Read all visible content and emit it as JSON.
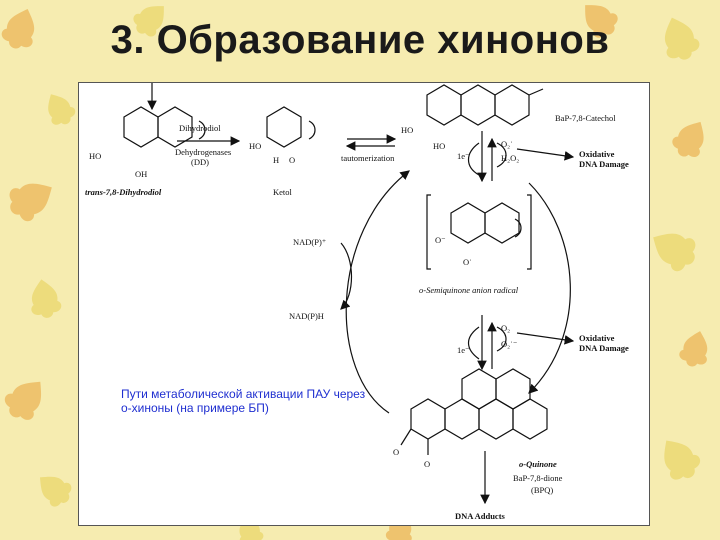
{
  "slide": {
    "title": "3. Образование хинонов"
  },
  "diagram": {
    "labels": {
      "dihydrodiol": "trans-7,8-Dihydrodiol",
      "oh": "OH",
      "ho": "HO",
      "h": "H",
      "o": "O",
      "enzyme_line1": "Dihydrodiol",
      "enzyme_line2": "Dehydrogenases",
      "enzyme_line3": "(DD)",
      "ketol": "Ketol",
      "tautomerization": "tautomerization",
      "catechol": "BaP-7,8-Catechol",
      "o2_radical": "O₂˙",
      "h2o2": "H₂O₂",
      "one_e": "1e⁻",
      "oxidative_dna_1": "Oxidative",
      "oxidative_dna_2": "DNA Damage",
      "nadp": "NAD(P)⁺",
      "nadph": "NAD(P)H",
      "semiquinone": "o-Semiquinone anion radical",
      "o2": "O₂",
      "o2_minus": "O₂˙⁻",
      "quinone": "o-Quinone",
      "bpq_line1": "BaP-7,8-dione",
      "bpq_line2": "(BPQ)",
      "dna_adducts": "DNA Adducts",
      "o_minus": "O⁻",
      "o_dot": "O˙"
    },
    "note_lines": [
      "Пути метаболической активации ПАУ через",
      "о-хиноны (на примере БП)"
    ]
  },
  "colors": {
    "note_text": "#1f2fd0",
    "background": "#f6ecb0",
    "leaf_orange": "#e8a23a",
    "leaf_yellow": "#e6cf52"
  }
}
